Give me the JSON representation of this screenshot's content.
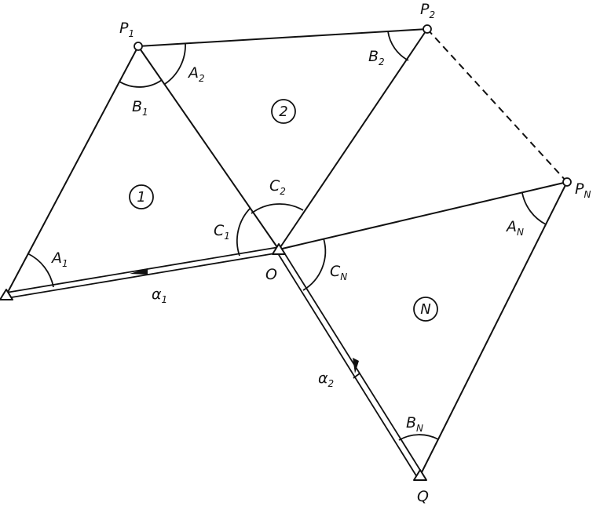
{
  "points": {
    "P1": {
      "label": "P",
      "sub": "1"
    },
    "P2": {
      "label": "P",
      "sub": "2"
    },
    "PN": {
      "label": "P",
      "sub": "N"
    },
    "O": {
      "label": "O"
    },
    "Q": {
      "label": "Q"
    }
  },
  "angles": {
    "A1": {
      "label": "A",
      "sub": "1"
    },
    "A2": {
      "label": "A",
      "sub": "2"
    },
    "AN": {
      "label": "A",
      "sub": "N"
    },
    "B1": {
      "label": "B",
      "sub": "1"
    },
    "B2": {
      "label": "B",
      "sub": "2"
    },
    "BN": {
      "label": "B",
      "sub": "N"
    },
    "C1": {
      "label": "C",
      "sub": "1"
    },
    "C2": {
      "label": "C",
      "sub": "2"
    },
    "CN": {
      "label": "C",
      "sub": "N"
    }
  },
  "bearings": {
    "alpha1": {
      "label": "α",
      "sub": "1"
    },
    "alpha2": {
      "label": "α",
      "sub": "2"
    }
  },
  "triangles": {
    "t1": "1",
    "t2": "2",
    "tN": "N"
  },
  "colors": {
    "ink": "#111111",
    "background": "#ffffff"
  }
}
